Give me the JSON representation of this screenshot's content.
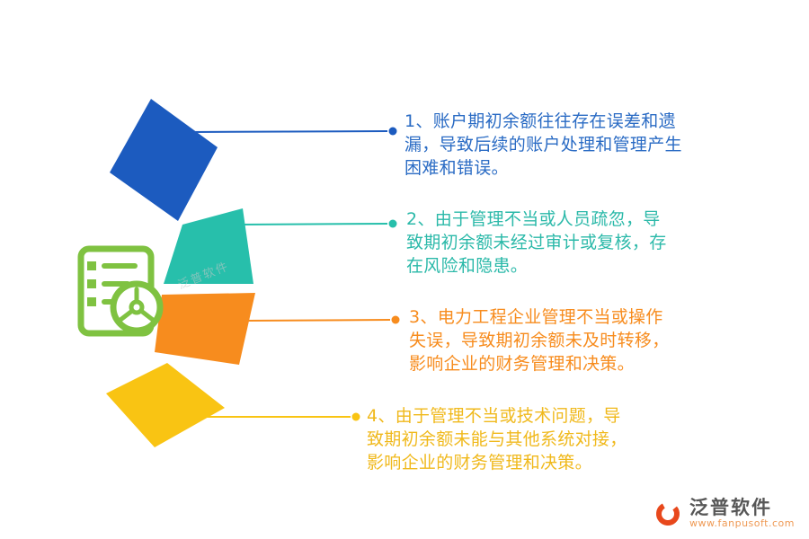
{
  "diagram": {
    "items": [
      {
        "text": "1、账户期初余额往往存在误差和遗漏，导致后续的账户处理和管理产生困难和错误。",
        "segment_color": "#1c5bbf",
        "text_color": "#2a6bc4"
      },
      {
        "text": "2、由于管理不当或人员疏忽，导致期初余额未经过审计或复核，存在风险和隐患。",
        "segment_color": "#27bfab",
        "text_color": "#2bb9a9"
      },
      {
        "text": "3、电力工程企业管理不当或操作失误，导致期初余额未及时转移，影响企业的财务管理和决策。",
        "segment_color": "#f78c1e",
        "text_color": "#f78c1e"
      },
      {
        "text": "4、由于管理不当或技术问题，导致期初余额未能与其他系统对接，影响企业的财务管理和决策。",
        "segment_color": "#f9c413",
        "text_color": "#f0b91c"
      }
    ],
    "icon": {
      "name": "document-checklist-with-wheel",
      "color": "#7fc241"
    }
  },
  "watermark": {
    "text": "泛普软件"
  },
  "footer_logo": {
    "brand": "泛普软件",
    "website": "www.fanpusoft.com",
    "brand_color": "#575757",
    "website_color": "#ef9a55",
    "accent_color": "#e8481c"
  }
}
